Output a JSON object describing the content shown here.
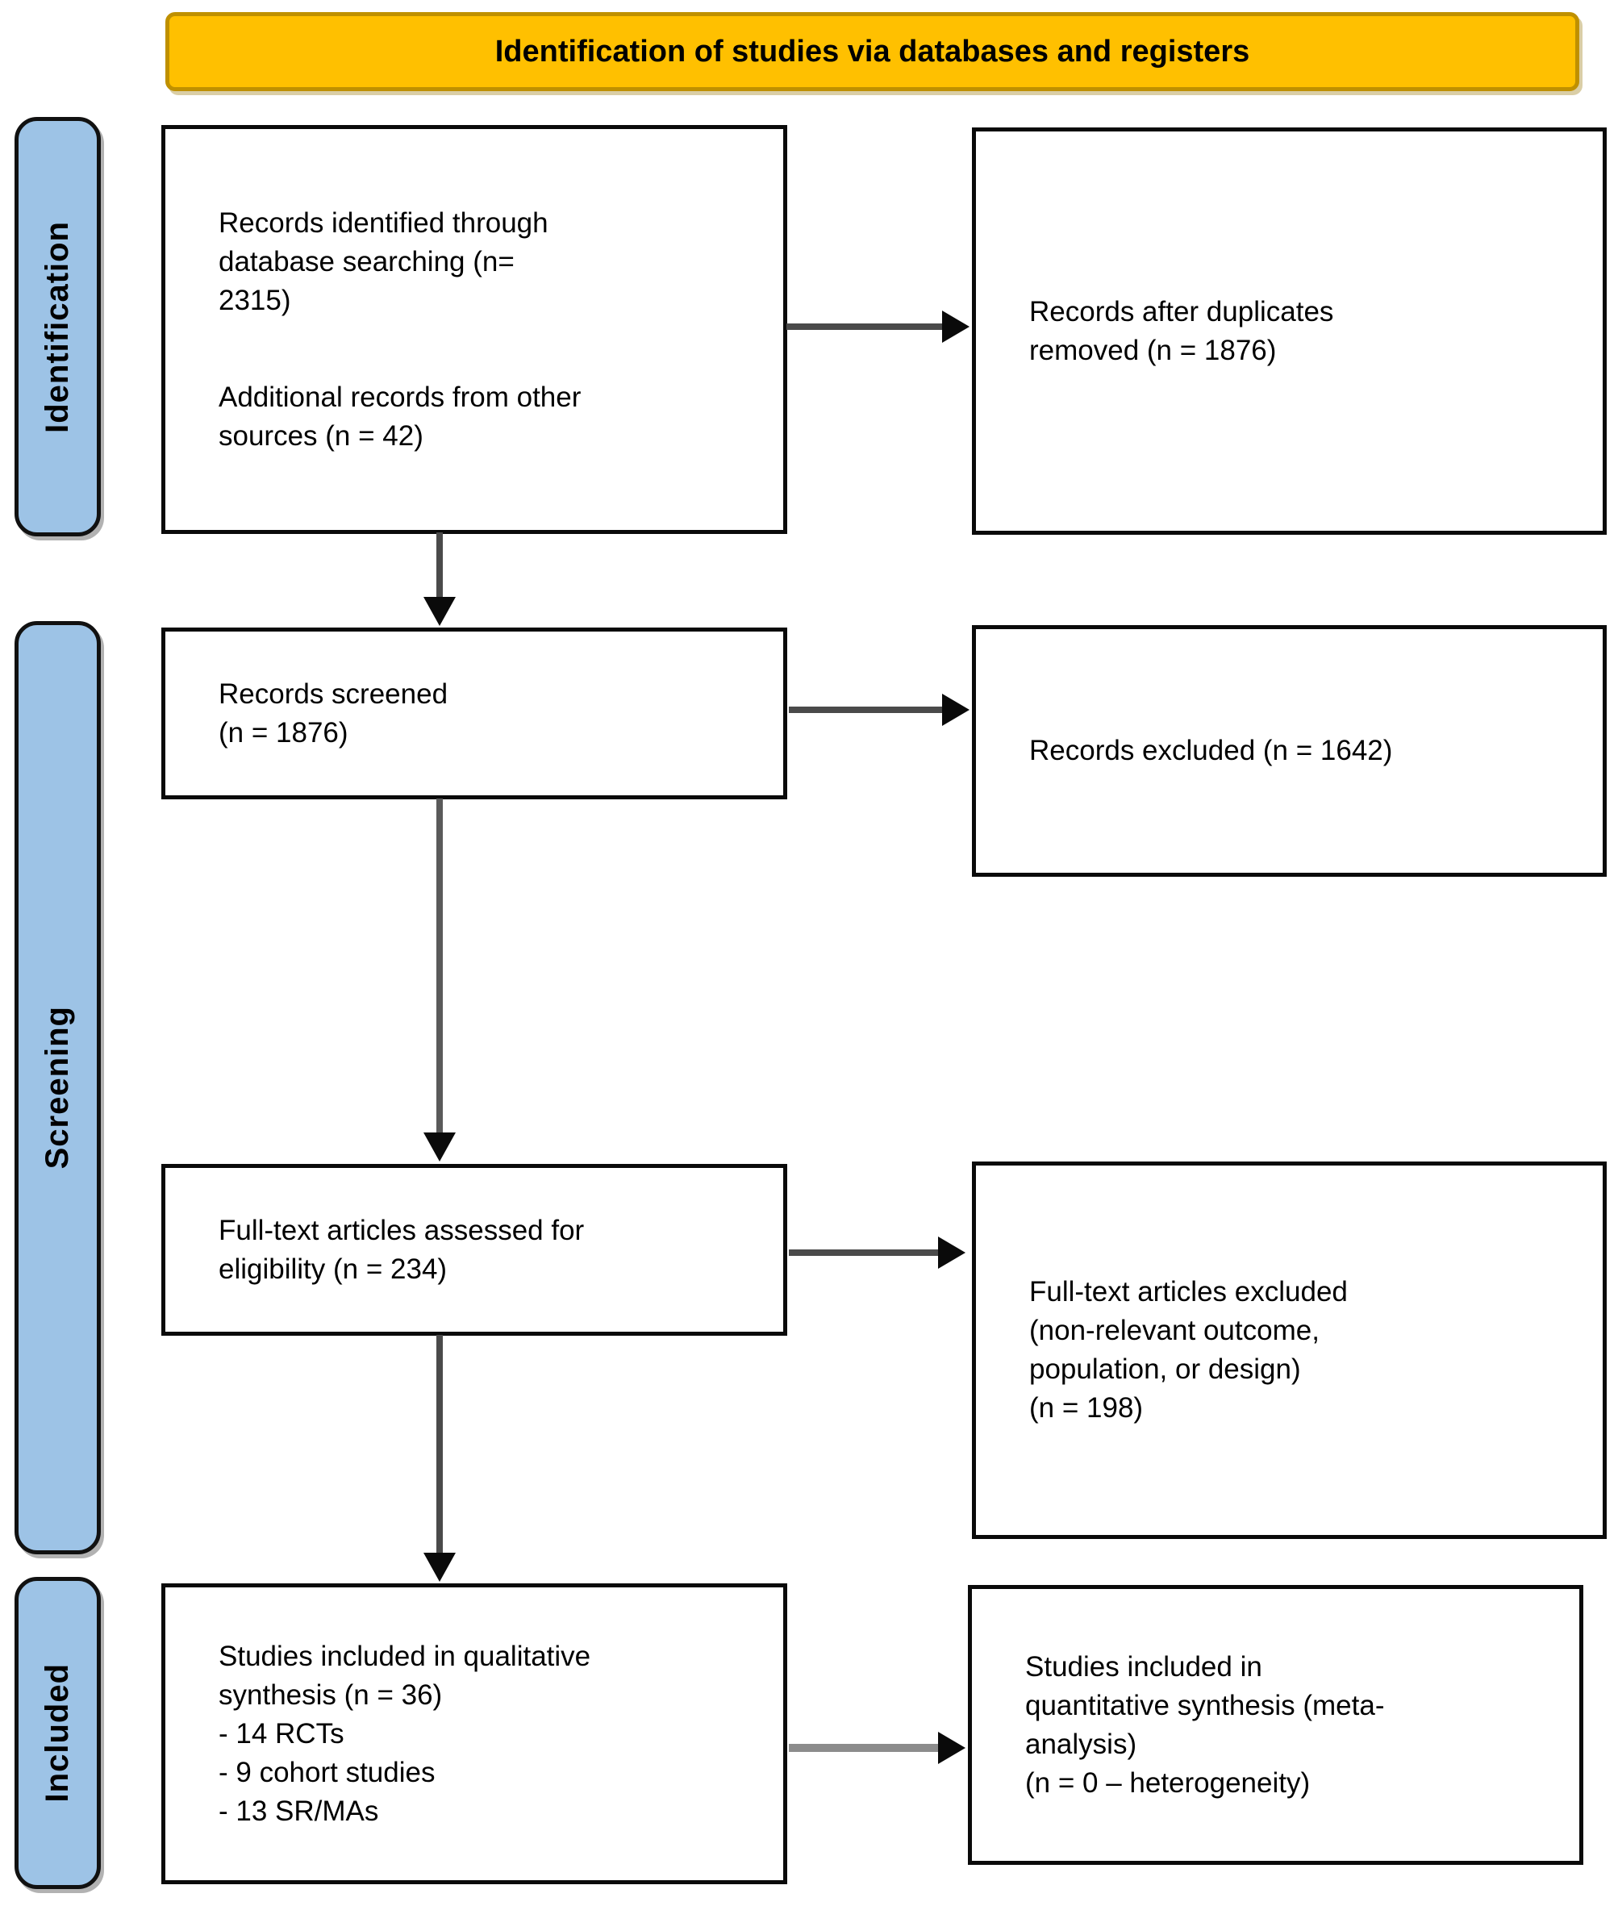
{
  "title": "Identification of studies via databases and registers",
  "stages": [
    {
      "label": "Identification"
    },
    {
      "label": "Screening"
    },
    {
      "label": "Included"
    }
  ],
  "boxes": {
    "records_identified": {
      "para1": "Records identified through\ndatabase searching (n=\n2315)",
      "para2": "Additional records from other\nsources (n = 42)"
    },
    "duplicates_removed": {
      "text": "Records after duplicates\nremoved (n = 1876)"
    },
    "records_screened": {
      "text": "Records screened\n(n = 1876)"
    },
    "records_excluded": {
      "text": "Records excluded (n = 1642)"
    },
    "fulltext_assessed": {
      "text": "Full-text articles assessed for\neligibility (n = 234)"
    },
    "fulltext_excluded": {
      "text": "Full-text articles excluded\n(non-relevant outcome,\npopulation, or design)\n(n = 198)"
    },
    "qualitative_included": {
      "text": "Studies included in qualitative\nsynthesis (n = 36)\n- 14 RCTs\n- 9 cohort studies\n- 13 SR/MAs"
    },
    "quantitative_included": {
      "text": "Studies included in\nquantitative synthesis (meta-\nanalysis)\n(n = 0 – heterogeneity)"
    }
  },
  "colors": {
    "banner_fill": "#FFC000",
    "banner_border": "#BF9000",
    "stage_fill": "#9DC3E6",
    "box_border": "#0A0A0A",
    "arrow_dark": "#4A4A4A",
    "arrow_gray": "#8C8C8C",
    "text": "#000000",
    "background": "#FFFFFF"
  }
}
